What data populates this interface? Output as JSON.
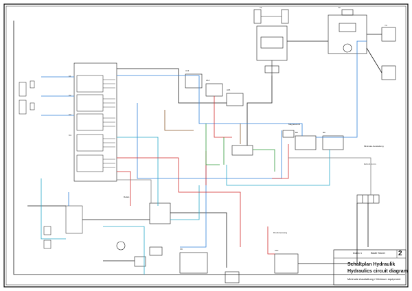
{
  "title_block": {
    "sheet_number": "2",
    "index_label": "Index 1",
    "sheet_label": "Blatt/ Sheet",
    "title_de": "Schaltplan Hydraulik",
    "title_en": "Hydraulics circuit diagram",
    "subtitle": "Minimale Ausstattung / Minimum equipment"
  },
  "colors": {
    "frame": "#000000",
    "black_line": "#1a1a1a",
    "blue_line": "#2f7fd8",
    "red_line": "#d22a2a",
    "cyan_line": "#27a9c9",
    "green_line": "#2f9a3a",
    "brown_line": "#8a5a2b",
    "gray_line": "#7f7f7f"
  },
  "labels": {
    "top_center_y1": "Y1",
    "top_right_y2": "Y2",
    "top_right_y3": "Y3",
    "mid_a13": "A13",
    "mid_a14": "A14",
    "mid_a15": "A15",
    "mid_b8": "B8",
    "mid_b9": "B9",
    "bottom_x9": "X9",
    "bottom_x10": "X10",
    "left_k1": "K1",
    "left_k2": "K2",
    "left_k3": "K3",
    "left_k4": "K4",
    "right_block": "Minimale Ausstattung",
    "right_notes": "Grün 2.1 mm",
    "bottom_center": "Druckmessung",
    "right_side_lower": "Magnetventil",
    "left_relay": "Relais"
  },
  "icons": {
    "cylinder": "cylinder-icon",
    "valve": "valve-icon",
    "pump": "pump-icon",
    "motor": "motor-icon"
  }
}
